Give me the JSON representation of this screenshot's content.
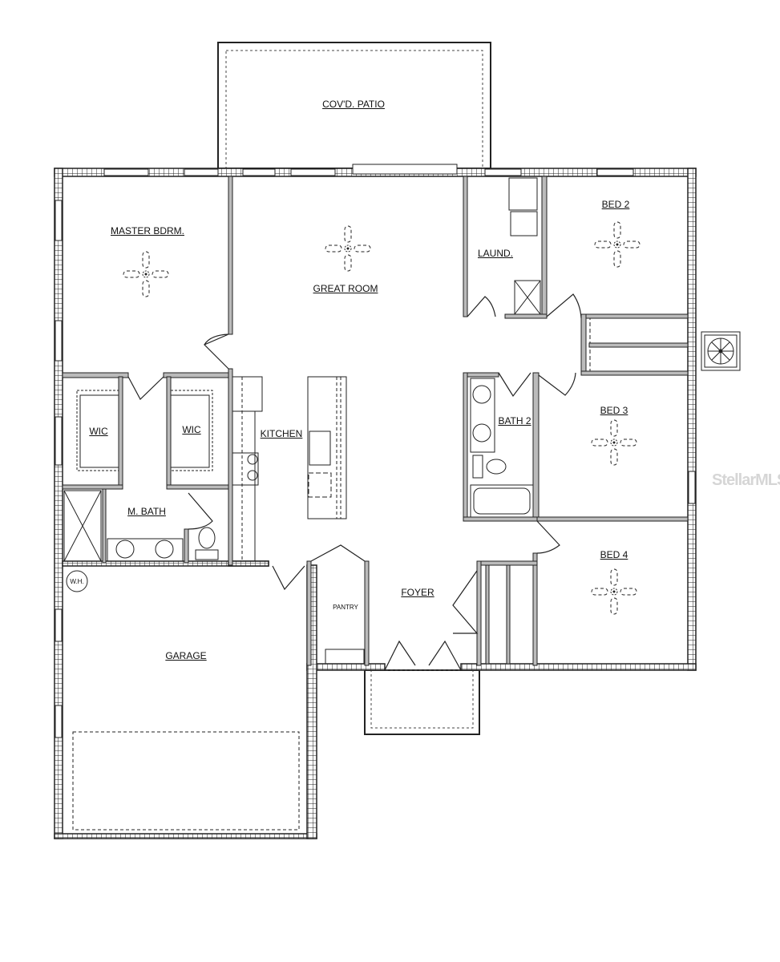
{
  "rooms": {
    "patio": "COV'D. PATIO",
    "master": "MASTER BDRM.",
    "great_room": "GREAT ROOM",
    "laundry": "LAUND.",
    "bed2": "BED 2",
    "wic1": "WIC",
    "wic2": "WIC",
    "kitchen": "KITCHEN",
    "bath2": "BATH 2",
    "bed3": "BED 3",
    "master_bath": "M. BATH",
    "bed4": "BED 4",
    "water_heater": "W.H.",
    "pantry": "PANTRY",
    "foyer": "FOYER",
    "garage": "GARAGE"
  },
  "watermark": "StellarMLS"
}
